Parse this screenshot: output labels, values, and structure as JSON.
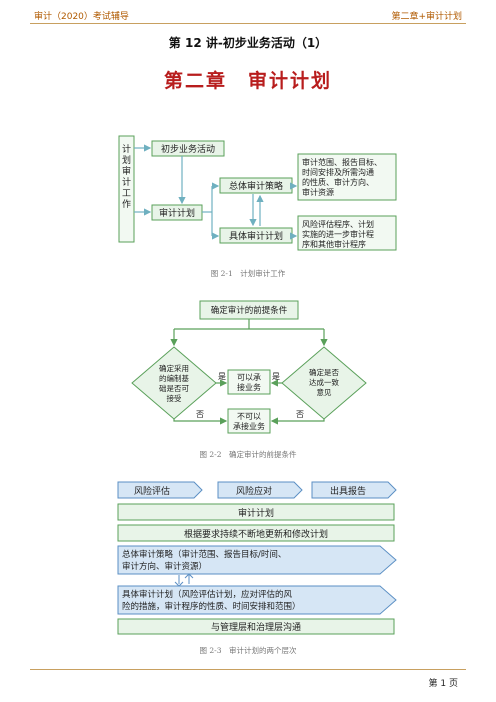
{
  "header": {
    "left": "审计（2020）考试辅导",
    "right": "第二章+审计计划"
  },
  "lesson_title": "第 12 讲-初步业务活动（1）",
  "chapter_title": "第二章　审计计划",
  "figure1": {
    "left_label": [
      "计",
      "划",
      "审",
      "计",
      "工",
      "作"
    ],
    "prelim": "初步业务活动",
    "plan": "审计计划",
    "overall": "总体审计策略",
    "detail": "具体审计计划",
    "overall_desc": [
      "审计范围、报告目标、",
      "时间安排及所需沟通",
      "的性质、审计方向、",
      "审计资源"
    ],
    "detail_desc": [
      "风险评估程序、计划",
      "实施的进一步审计程",
      "序和其他审计程序"
    ],
    "caption": "图 2-1　计划审计工作"
  },
  "figure2": {
    "top": "确定审计的前提条件",
    "left_diamond": [
      "确定采用",
      "的编制基",
      "础是否可",
      "接受"
    ],
    "right_diamond": [
      "确定是否",
      "达成一致",
      "意见"
    ],
    "center_yes": [
      "可以承",
      "接业务"
    ],
    "center_no": [
      "不可以",
      "承接业务"
    ],
    "yes_left": "是",
    "yes_right": "是",
    "no_left": "否",
    "no_right": "否",
    "caption": "图 2-2　确定审计的前提条件"
  },
  "figure3": {
    "arrows": [
      "风险评估",
      "风险应对",
      "出具报告"
    ],
    "plan": "审计计划",
    "update": "根据要求持续不断地更新和修改计划",
    "overall": [
      "总体审计策略（审计范围、报告目标/时间、",
      "审计方向、审计资源）"
    ],
    "detail": [
      "具体审计计划（风险评估计划，应对评估的风",
      "险的措施，审计程序的性质、时间安排和范围）"
    ],
    "comm": "与管理层和治理层沟通",
    "caption": "图 2-3　审计计划的两个层次"
  },
  "footer": {
    "page": "第 1 页"
  },
  "colors": {
    "box_border": "#5aa05a",
    "box_fill": "#e8f4e8",
    "light_fill": "#f2f9f2",
    "blue_fill": "#d6e6f5",
    "blue_border": "#5b8fc4",
    "arrow": "#6fb0c0",
    "accent_red": "#b81d1d",
    "header_orange": "#b05a00"
  }
}
